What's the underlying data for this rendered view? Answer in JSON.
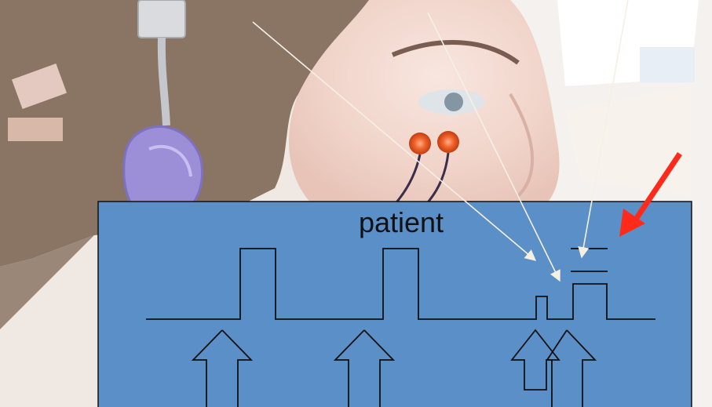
{
  "panel": {
    "label": "patient",
    "fill": "#5b8fc7",
    "waveform_color": "#111111"
  },
  "pointer_arrow_color": "#ff2a1a",
  "guide_line_color": "#f5f0e4",
  "photo_elements": [
    "headphones",
    "eye-electrodes",
    "electrode-wires",
    "papers"
  ]
}
